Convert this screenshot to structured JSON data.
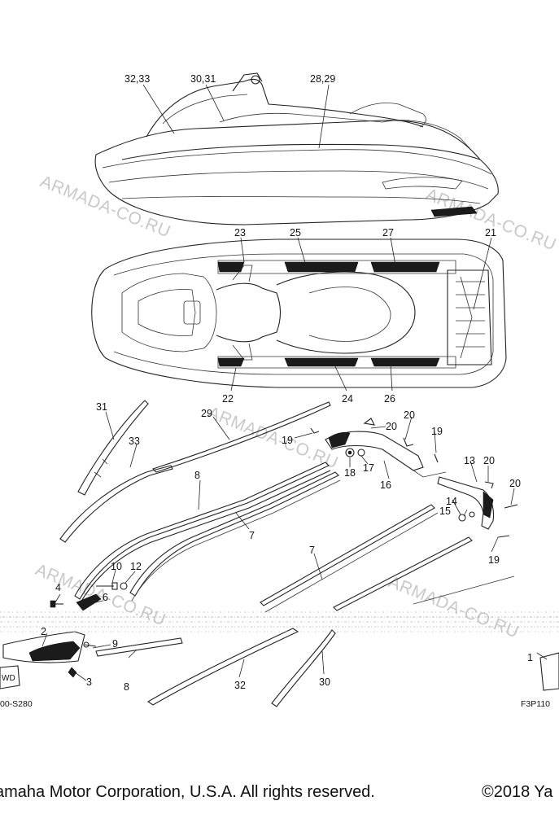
{
  "watermark": "ARMADA-CO.RU",
  "callouts": {
    "c_32_33": "32,33",
    "c_30_31": "30,31",
    "c_28_29": "28,29",
    "c_23": "23",
    "c_25": "25",
    "c_27": "27",
    "c_21": "21",
    "c_22": "22",
    "c_24": "24",
    "c_26": "26",
    "c_31": "31",
    "c_29": "29",
    "c_33": "33",
    "c_19a": "19",
    "c_20a": "20",
    "c_20b": "20",
    "c_19b": "19",
    "c_18": "18",
    "c_17": "17",
    "c_16": "16",
    "c_13": "13",
    "c_20c": "20",
    "c_20d": "20",
    "c_14": "14",
    "c_15": "15",
    "c_19c": "19",
    "c_8a": "8",
    "c_7a": "7",
    "c_7b": "7",
    "c_10": "10",
    "c_12": "12",
    "c_4": "4",
    "c_6": "6",
    "c_2": "2",
    "c_9": "9",
    "c_3": "3",
    "c_8b": "8",
    "c_32": "32",
    "c_30": "30",
    "c_1": "1"
  },
  "codes": {
    "left": "00-S280",
    "right": "F3P110"
  },
  "fwd_badge": "WD",
  "footer": {
    "left": "amaha Motor Corporation, U.S.A. All rights reserved.",
    "right": "©2018 Ya"
  }
}
